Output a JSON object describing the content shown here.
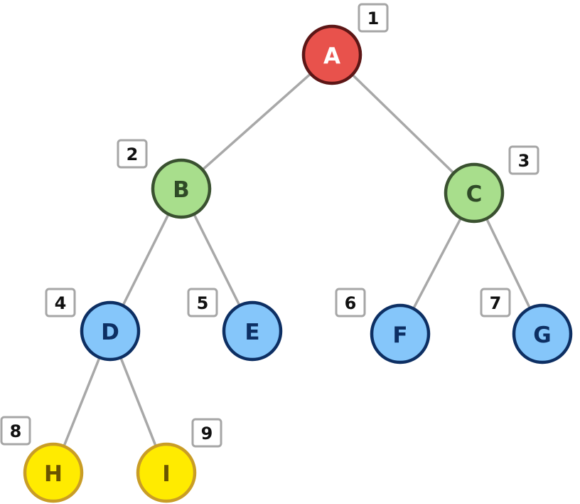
{
  "colors": {
    "edge": "#a8a8a8",
    "root_fill": "#e8524c",
    "root_stroke": "#5c1616",
    "root_text": "#ffffff",
    "level2_fill": "#a8de8c",
    "level2_stroke": "#3a5130",
    "level2_text": "#2f4a27",
    "level3_fill": "#85c6fa",
    "level3_stroke": "#0d2f63",
    "level3_text": "#0d2f63",
    "leaf_fill": "#ffeb00",
    "leaf_stroke": "#c99d26",
    "leaf_text": "#6a5400"
  },
  "nodes": [
    {
      "id": "A",
      "label": "A",
      "order": "1",
      "style": "root"
    },
    {
      "id": "B",
      "label": "B",
      "order": "2",
      "style": "level2"
    },
    {
      "id": "C",
      "label": "C",
      "order": "3",
      "style": "level2"
    },
    {
      "id": "D",
      "label": "D",
      "order": "4",
      "style": "level3"
    },
    {
      "id": "E",
      "label": "E",
      "order": "5",
      "style": "level3"
    },
    {
      "id": "F",
      "label": "F",
      "order": "6",
      "style": "level3"
    },
    {
      "id": "G",
      "label": "G",
      "order": "7",
      "style": "level3"
    },
    {
      "id": "H",
      "label": "H",
      "order": "8",
      "style": "leaf"
    },
    {
      "id": "I",
      "label": "I",
      "order": "9",
      "style": "leaf"
    }
  ],
  "edges": [
    {
      "from": "A",
      "to": "B"
    },
    {
      "from": "A",
      "to": "C"
    },
    {
      "from": "B",
      "to": "D"
    },
    {
      "from": "B",
      "to": "E"
    },
    {
      "from": "C",
      "to": "F"
    },
    {
      "from": "C",
      "to": "G"
    },
    {
      "from": "D",
      "to": "H"
    },
    {
      "from": "D",
      "to": "I"
    }
  ]
}
